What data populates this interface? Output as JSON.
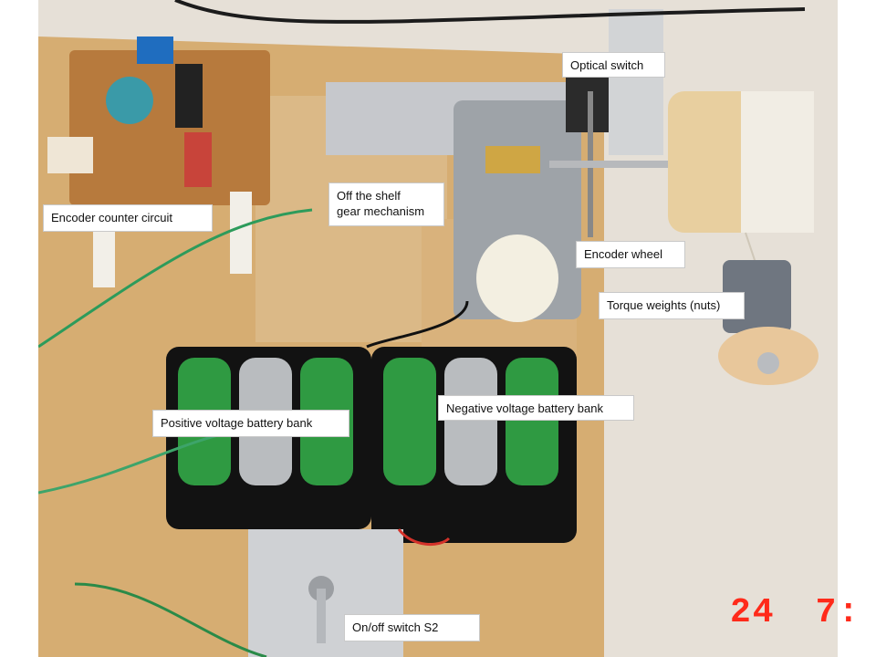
{
  "photo": {
    "description_icon": "electronics-breadboard-photo-icon"
  },
  "labels": {
    "optical_switch": "Optical switch",
    "encoder_counter_circuit": "Encoder counter circuit",
    "gear_mechanism": "Off the shelf\ngear mechanism",
    "encoder_wheel": "Encoder wheel",
    "torque_weights": "Torque weights (nuts)",
    "positive_bank": "Positive voltage battery bank",
    "negative_bank": "Negative voltage battery bank",
    "onoff_switch": "On/off switch S2"
  },
  "timestamp": {
    "day": "24",
    "time": "7:"
  },
  "colors": {
    "stamp": "#ff2a1a",
    "wood": "#d8b27a",
    "table": "#e7e1d8"
  }
}
